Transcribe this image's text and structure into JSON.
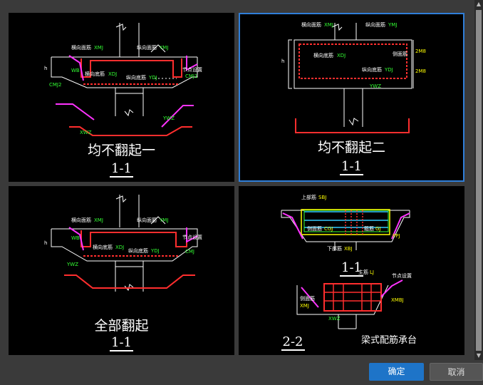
{
  "cards": [
    {
      "title": "均不翻起一",
      "section": "1-1",
      "labels": {
        "top_rebar": "横向面筋",
        "top_code": "XMJ",
        "long_top": "纵向面筋",
        "long_top_code": "YMJ",
        "bot_rebar": "横向底筋",
        "bot_code": "XDJ",
        "long_bot": "纵向底筋",
        "long_bot_code": "YDJ",
        "side_left": "CMJ2",
        "side_right": "CMJ1",
        "width": "WB",
        "h": "h",
        "xwz": "XWZ",
        "ywz": "YWZ",
        "slope": "节点设置"
      }
    },
    {
      "title": "均不翻起二",
      "section": "1-1",
      "labels": {
        "top_rebar": "横向面筋",
        "top_code": "XMJ",
        "long_top": "纵向面筋",
        "long_top_code": "YMJ",
        "bot_rebar": "横向底筋",
        "bot_code": "XDJ",
        "long_bot": "纵向底筋",
        "long_bot_code": "YDJ",
        "side": "侧面筋",
        "h": "h",
        "dim1": "2M8",
        "dim2": "2M8",
        "ywz": "YWZ"
      }
    },
    {
      "title": "全部翻起",
      "section": "1-1",
      "labels": {
        "top_rebar": "横向面筋",
        "top_code": "XMJ",
        "long_top": "纵向面筋",
        "long_top_code": "YMJ",
        "bot_rebar": "横向底筋",
        "bot_code": "XDJ",
        "long_bot": "纵向底筋",
        "long_bot_code": "YDJ",
        "side": "CMJ",
        "h": "h",
        "width": "WB",
        "ywz": "YWZ",
        "slope": "节点设置"
      }
    },
    {
      "title": "梁式配筋承台",
      "section1": "1-1",
      "section2": "2-2",
      "labels": {
        "top": "上部筋",
        "top_code": "SBJ",
        "side": "侧面筋",
        "side_code": "CMJ",
        "bottom": "下部筋",
        "bottom_code": "XBJ",
        "hoop": "箍筋",
        "hoop_code": "GJ",
        "ppj": "PPJ",
        "top2": "主筋",
        "top2_code": "LJ",
        "side2": "侧面筋",
        "xmj": "XMJ",
        "xmbj": "XMBJ",
        "xwz": "XWZ",
        "slope": "节点设置"
      }
    }
  ],
  "buttons": {
    "ok": "确定",
    "cancel": "取消"
  }
}
